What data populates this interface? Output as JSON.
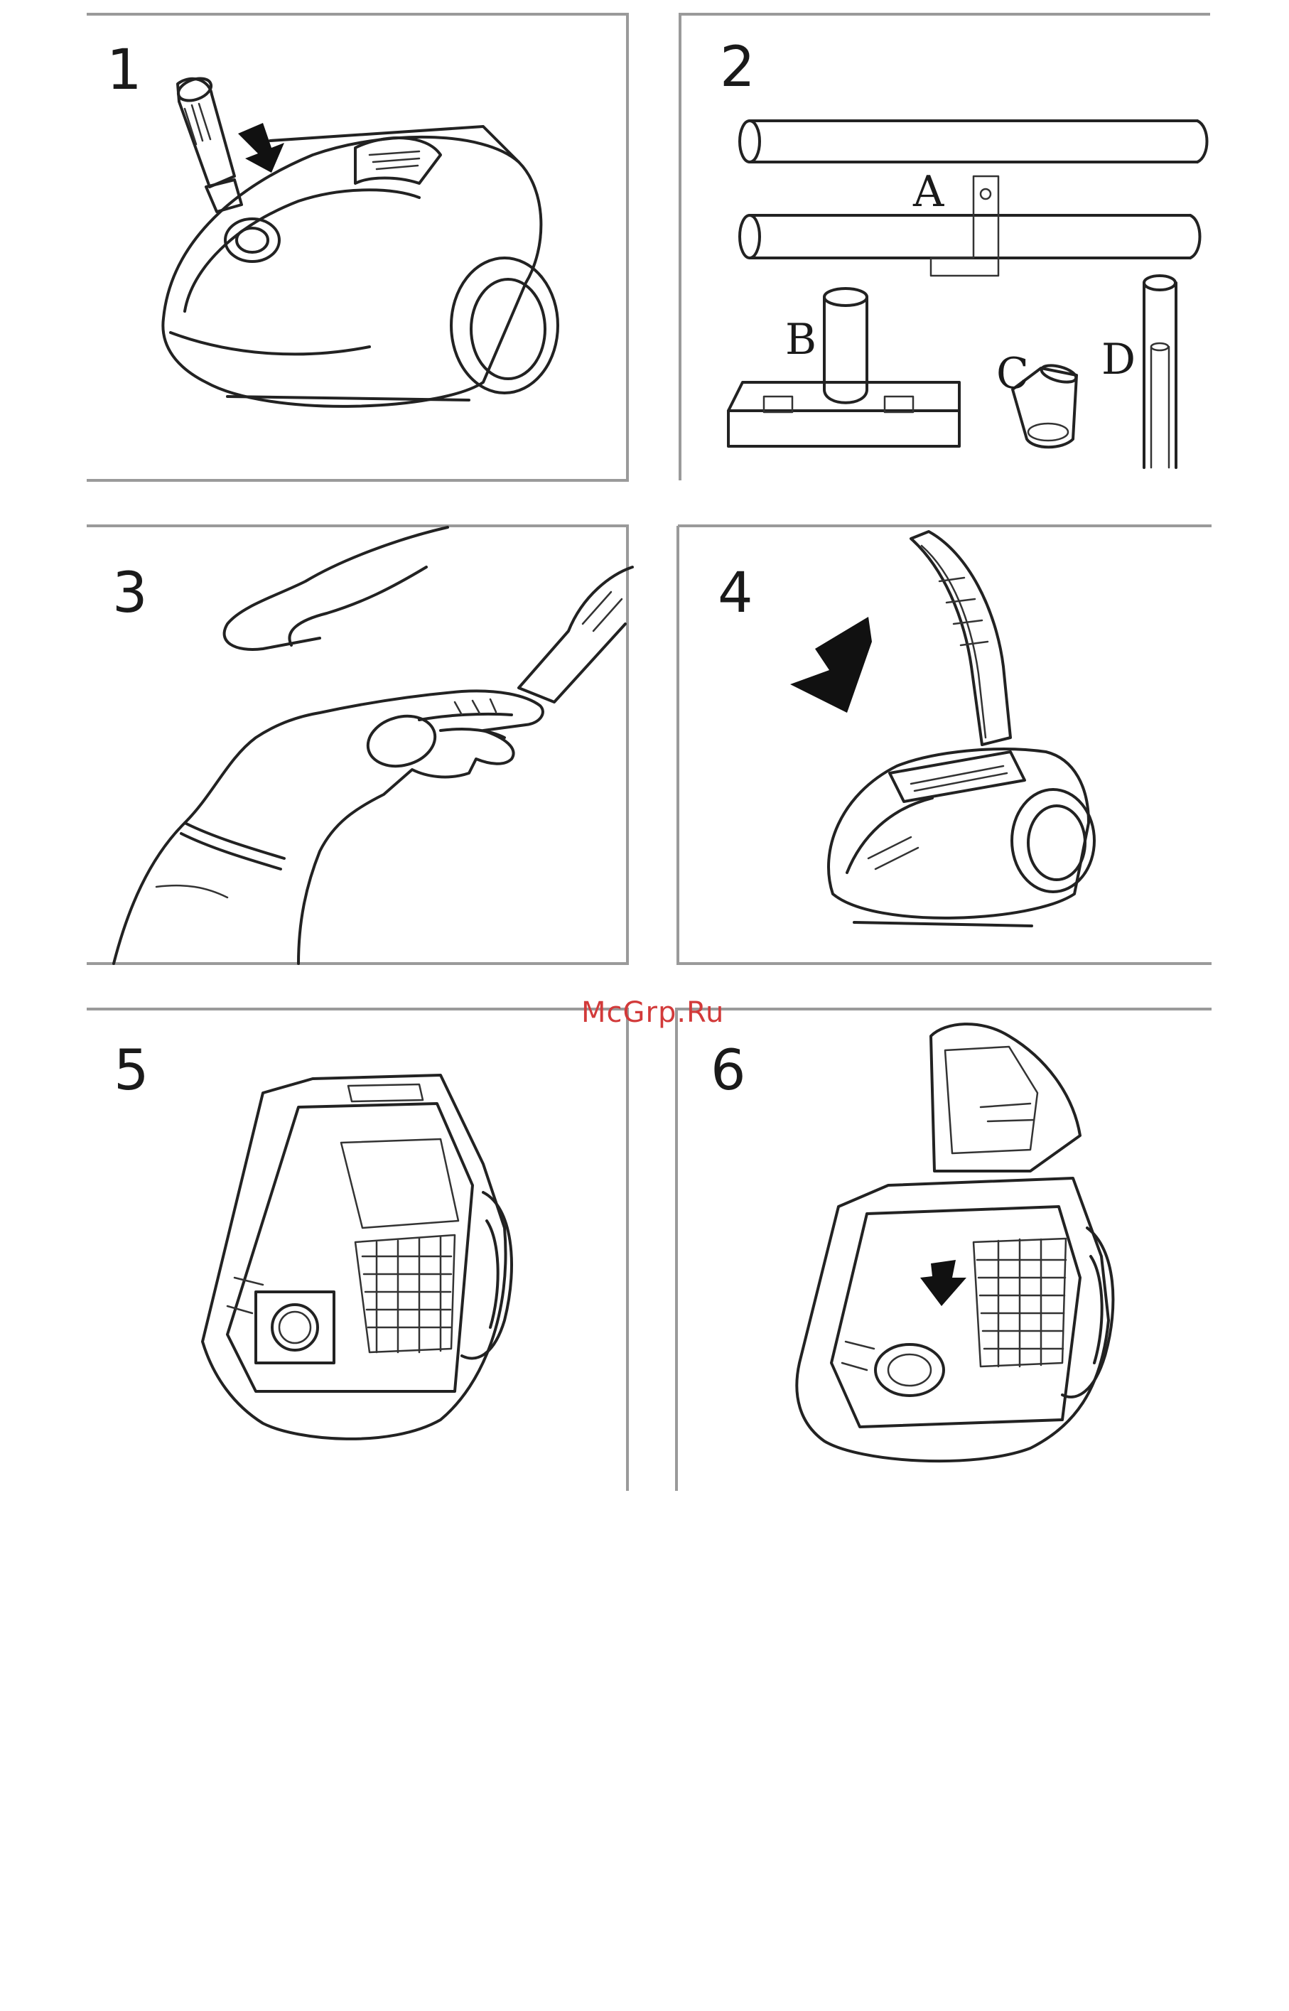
{
  "document": {
    "watermark": "McGrp.Ru"
  },
  "panels": [
    {
      "number": "1"
    },
    {
      "number": "2",
      "part_labels": {
        "a": "A",
        "b": "B",
        "c": "C",
        "d": "D"
      }
    },
    {
      "number": "3"
    },
    {
      "number": "4"
    },
    {
      "number": "5"
    },
    {
      "number": "6"
    }
  ],
  "colors": {
    "frame": "#9a9a9a",
    "line": "#222222",
    "watermark": "#d23a3a"
  }
}
